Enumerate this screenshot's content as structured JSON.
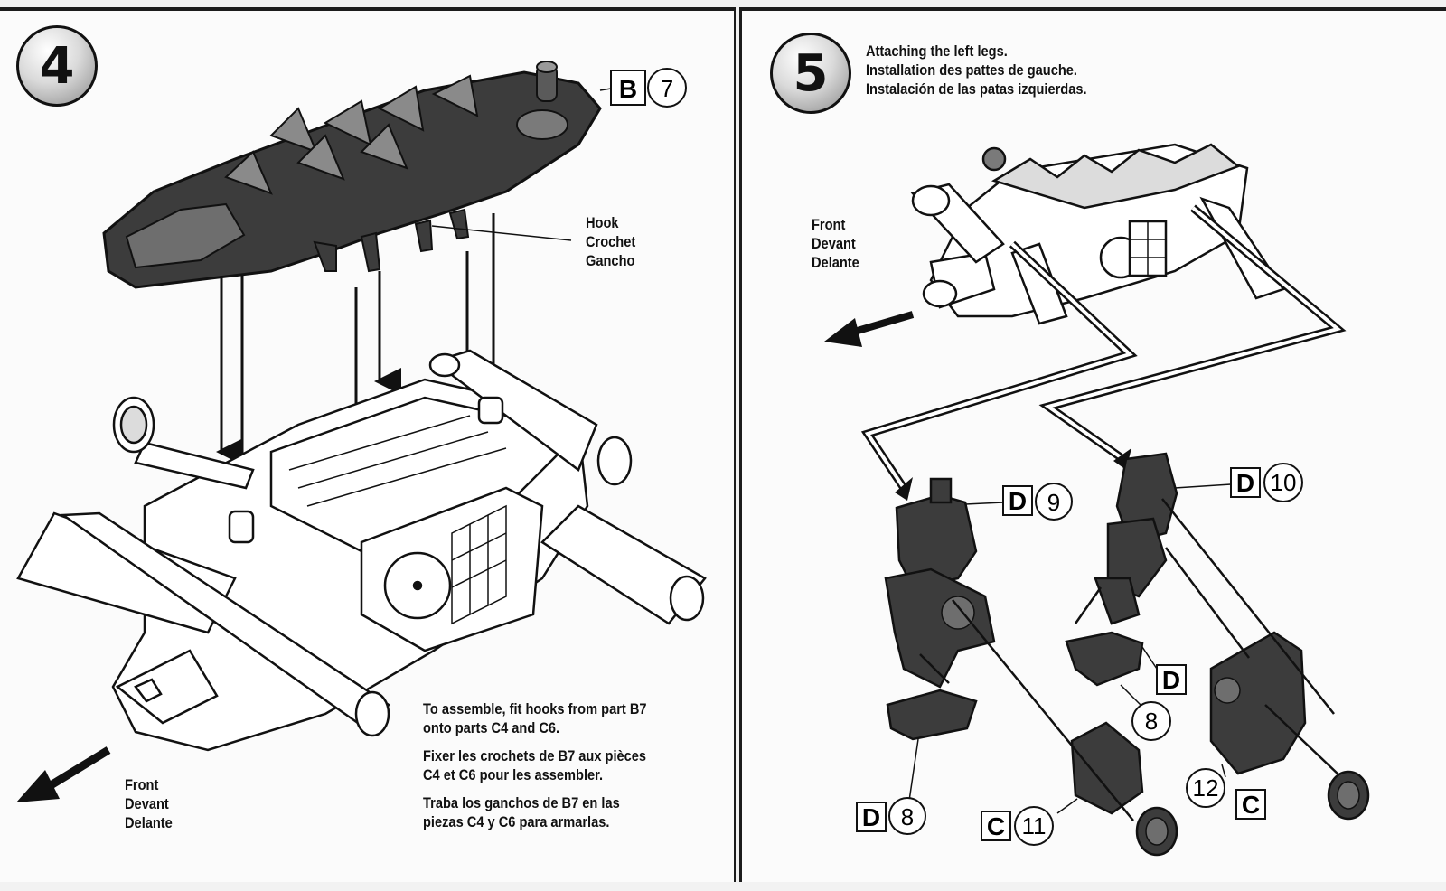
{
  "step4": {
    "number": "4",
    "part_label": {
      "letter": "B",
      "number": "7"
    },
    "hook_label": [
      "Hook",
      "Crochet",
      "Gancho"
    ],
    "front_label": [
      "Front",
      "Devant",
      "Delante"
    ],
    "instructions": {
      "en": [
        "To assemble, fit hooks from part B7",
        "onto parts C4 and C6."
      ],
      "fr": [
        "Fixer les crochets de B7 aux pièces",
        "C4 et C6 pour les assembler."
      ],
      "es": [
        "Traba los ganchos de B7 en las",
        "piezas C4 y C6 para armarlas."
      ]
    }
  },
  "step5": {
    "number": "5",
    "title": [
      "Attaching the left legs.",
      "Installation des pattes de gauche.",
      "Instalación de las patas izquierdas."
    ],
    "front_label": [
      "Front",
      "Devant",
      "Delante"
    ],
    "parts": [
      {
        "letter": "D",
        "number": "9"
      },
      {
        "letter": "D",
        "number": "10"
      },
      {
        "letter": "D",
        "number": ""
      },
      {
        "letter": "",
        "number": "8"
      },
      {
        "letter": "D",
        "number": "8"
      },
      {
        "letter": "C",
        "number": "11"
      },
      {
        "letter": "",
        "number": "12"
      },
      {
        "letter": "C",
        "number": ""
      }
    ]
  },
  "colors": {
    "ink": "#111111",
    "part_dark": "#3c3c3c",
    "paper": "#fbfbfb"
  }
}
